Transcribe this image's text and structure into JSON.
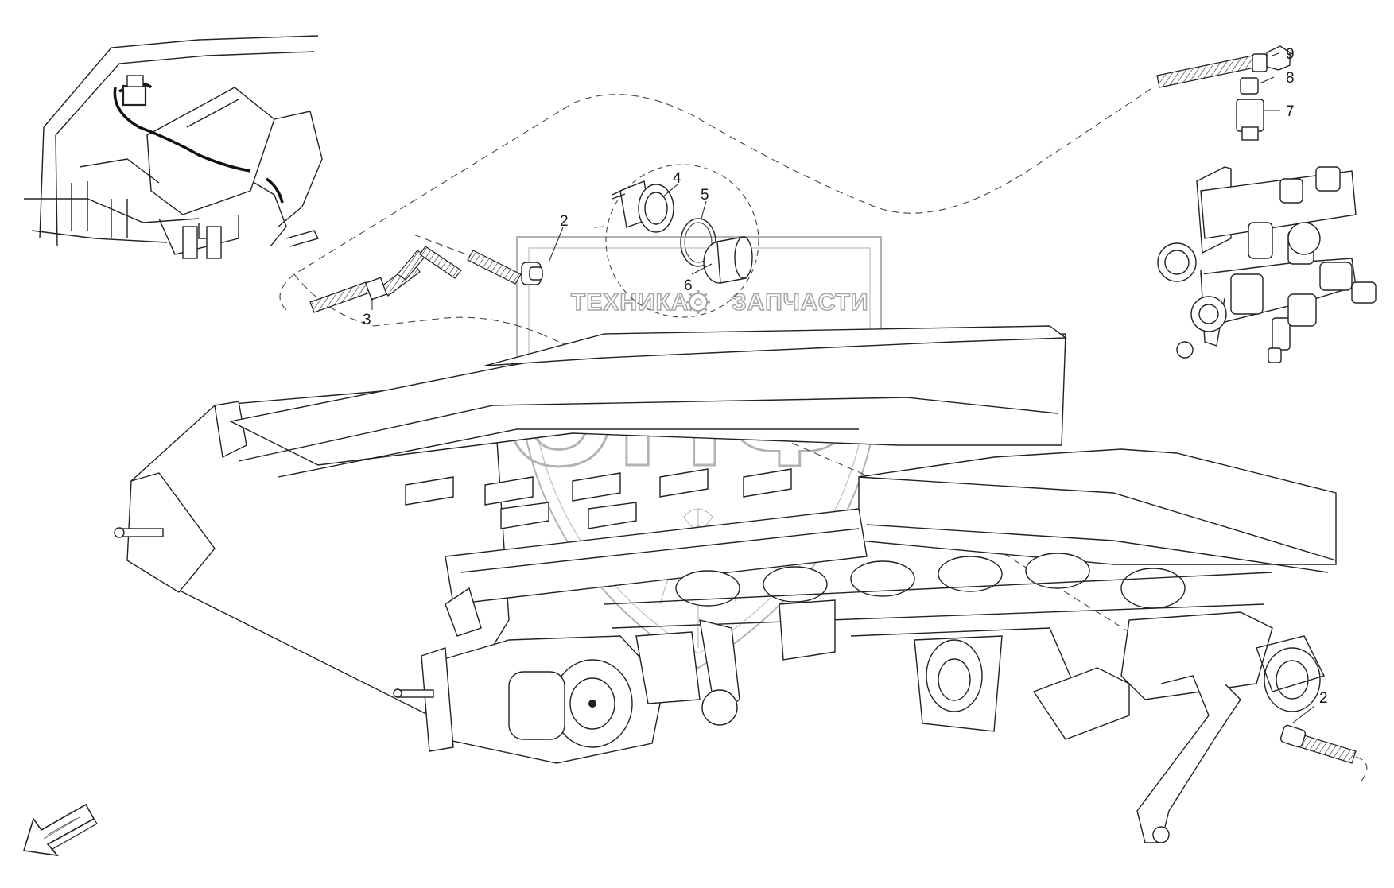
{
  "watermark": {
    "left_text": "ТЕХНИКА",
    "right_text": "ЗАПЧАСТИ",
    "logo_letters": "ЭПФ"
  },
  "callouts": [
    {
      "id": "2a",
      "label": "2"
    },
    {
      "id": "3",
      "label": "3"
    },
    {
      "id": "4",
      "label": "4"
    },
    {
      "id": "5",
      "label": "5"
    },
    {
      "id": "6",
      "label": "6"
    },
    {
      "id": "7",
      "label": "7"
    },
    {
      "id": "8",
      "label": "8"
    },
    {
      "id": "9",
      "label": "9"
    },
    {
      "id": "2b",
      "label": "2"
    }
  ],
  "icons": {
    "gear": "gear-icon",
    "direction": "direction-arrow-icon"
  }
}
